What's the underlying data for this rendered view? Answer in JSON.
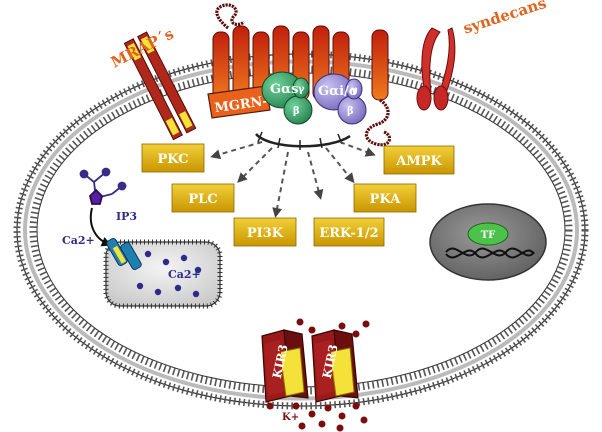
{
  "labels": {
    "mraps": "MRAP´s",
    "syndecans": "syndecans",
    "mgrn1": "MGRN-1",
    "galpha_s": "Gαs",
    "galpha_io": "Gαi/o",
    "gamma": "γ",
    "beta": "β",
    "ip3": "IP3",
    "ca_cyto": "Ca2+",
    "ca_store": "Ca2+",
    "tf": "TF",
    "kir1": "KIR3",
    "kir2": "KIR3",
    "k_ion": "K+"
  },
  "effectors": [
    "PKC",
    "PLC",
    "PI3K",
    "ERK-1/2",
    "PKA",
    "AMPK"
  ],
  "colors": {
    "effector_box": "#e6b400",
    "receptor": "#e05a10",
    "mrap": "#c0392b",
    "syndecan": "#d32f2f",
    "gs": "#3aa56a",
    "gio": "#9b8fd6",
    "kir": "#8b1a1a",
    "ion_dot": "#7a0e0e",
    "store_dot": "#2e2a8a"
  }
}
